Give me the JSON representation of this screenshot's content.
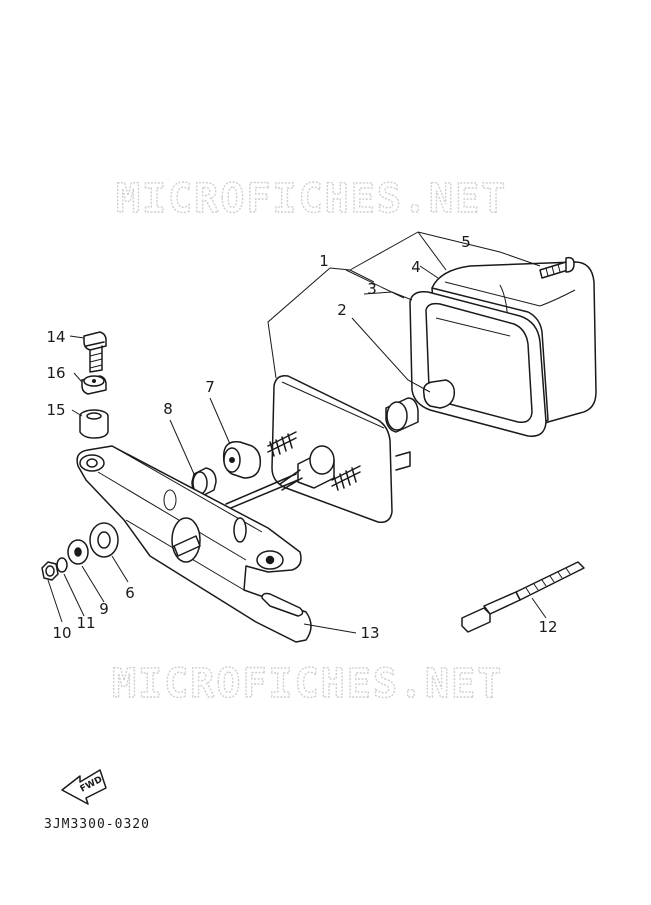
{
  "watermark": {
    "top": "MICROFICHES.NET",
    "bottom": "MICROFICHES.NET"
  },
  "callouts": [
    {
      "id": "1",
      "label": "1"
    },
    {
      "id": "2",
      "label": "2"
    },
    {
      "id": "3",
      "label": "3"
    },
    {
      "id": "4",
      "label": "4"
    },
    {
      "id": "5",
      "label": "5"
    },
    {
      "id": "6",
      "label": "6"
    },
    {
      "id": "7",
      "label": "7"
    },
    {
      "id": "8",
      "label": "8"
    },
    {
      "id": "9",
      "label": "9"
    },
    {
      "id": "10",
      "label": "10"
    },
    {
      "id": "11",
      "label": "11"
    },
    {
      "id": "12",
      "label": "12"
    },
    {
      "id": "13",
      "label": "13"
    },
    {
      "id": "14",
      "label": "14"
    },
    {
      "id": "15",
      "label": "15"
    },
    {
      "id": "16",
      "label": "16"
    }
  ],
  "direction_badge": "FWD",
  "diagram_code": "3JM3300-0320"
}
